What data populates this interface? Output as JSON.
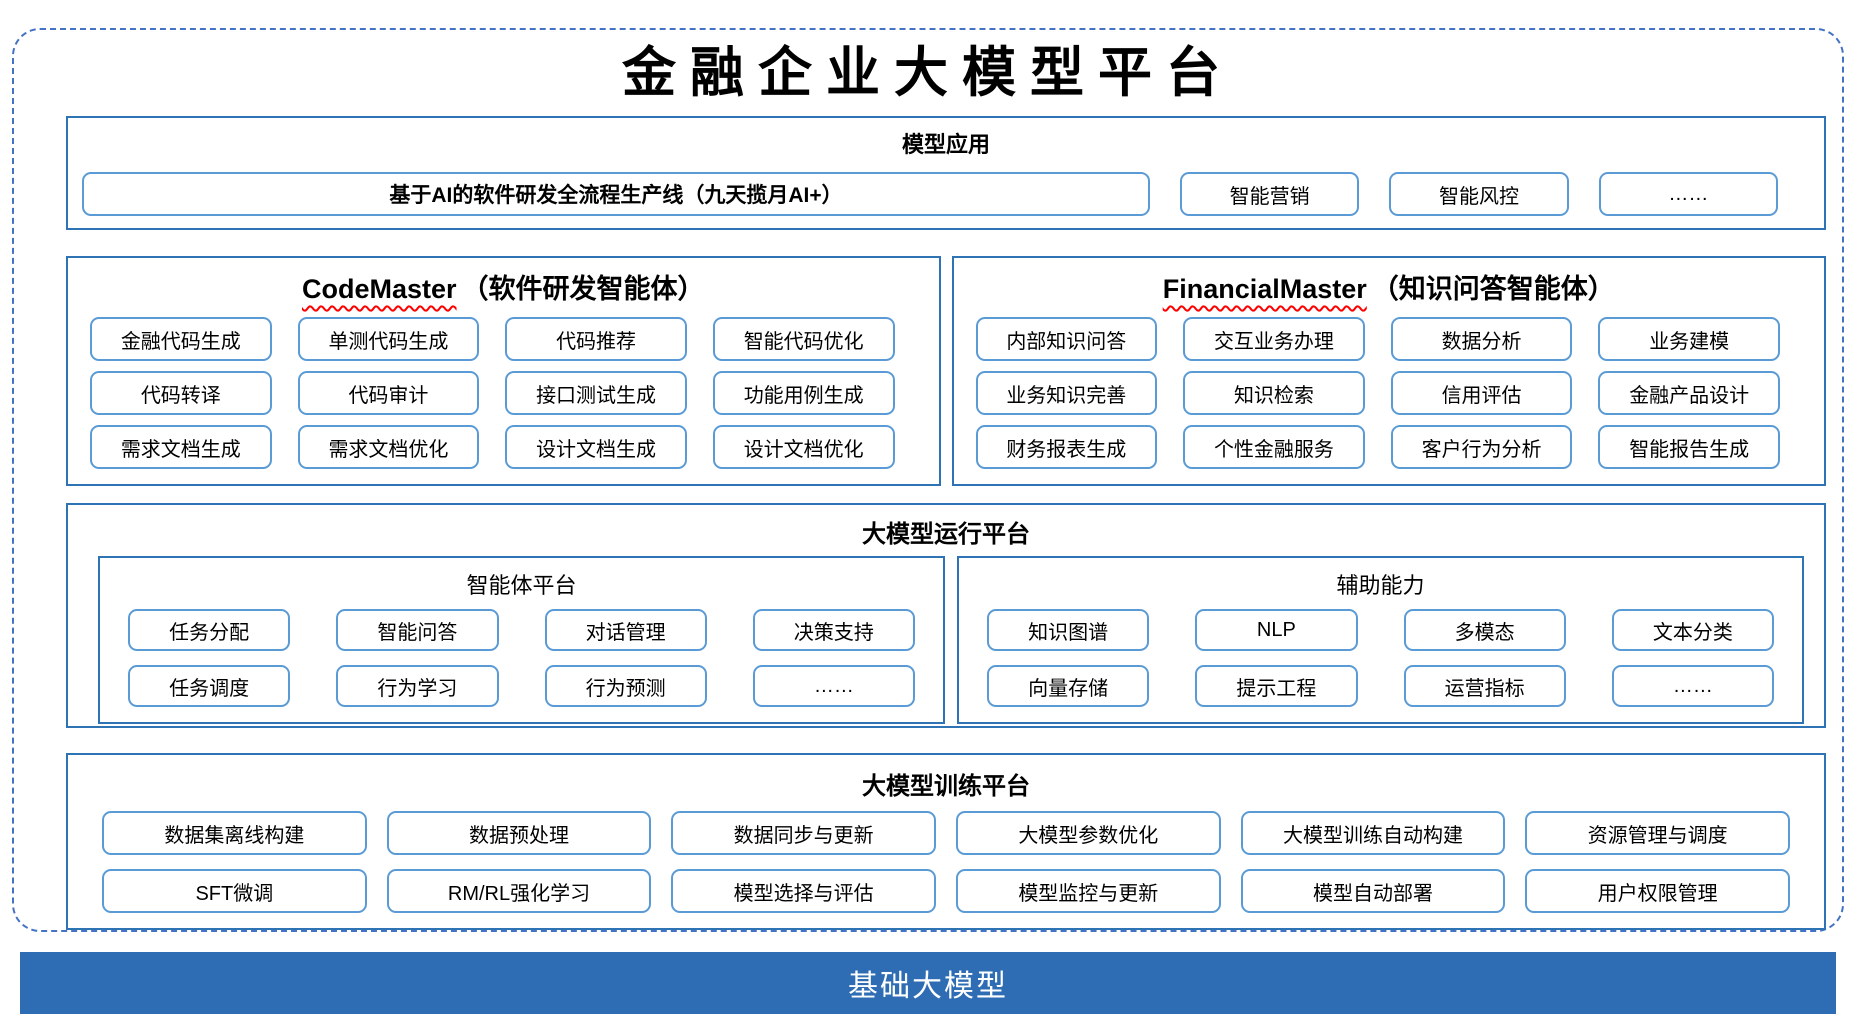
{
  "title": "金融企业大模型平台",
  "model_app": {
    "header": "模型应用",
    "pipeline_box": "基于AI的软件研发全流程生产线（九天揽月AI+）",
    "boxes": [
      "智能营销",
      "智能风控",
      "……"
    ]
  },
  "agents": [
    {
      "name_en": "CodeMaster",
      "name_zh": "（软件研发智能体）",
      "boxes": [
        "金融代码生成",
        "单测代码生成",
        "代码推荐",
        "智能代码优化",
        "代码转译",
        "代码审计",
        "接口测试生成",
        "功能用例生成",
        "需求文档生成",
        "需求文档优化",
        "设计文档生成",
        "设计文档优化"
      ]
    },
    {
      "name_en": "FinancialMaster",
      "name_zh": "（知识问答智能体）",
      "boxes": [
        "内部知识问答",
        "交互业务办理",
        "数据分析",
        "业务建模",
        "业务知识完善",
        "知识检索",
        "信用评估",
        "金融产品设计",
        "财务报表生成",
        "个性金融服务",
        "客户行为分析",
        "智能报告生成"
      ]
    }
  ],
  "runtime": {
    "header": "大模型运行平台",
    "groups": [
      {
        "header": "智能体平台",
        "boxes": [
          "任务分配",
          "智能问答",
          "对话管理",
          "决策支持",
          "任务调度",
          "行为学习",
          "行为预测",
          "……"
        ]
      },
      {
        "header": "辅助能力",
        "boxes": [
          "知识图谱",
          "NLP",
          "多模态",
          "文本分类",
          "向量存储",
          "提示工程",
          "运营指标",
          "……"
        ]
      }
    ]
  },
  "training": {
    "header": "大模型训练平台",
    "boxes": [
      "数据集离线构建",
      "数据预处理",
      "数据同步与更新",
      "大模型参数优化",
      "大模型训练自动构建",
      "资源管理与调度",
      "SFT微调",
      "RM/RL强化学习",
      "模型选择与评估",
      "模型监控与更新",
      "模型自动部署",
      "用户权限管理"
    ]
  },
  "foundation": "基础大模型",
  "colors": {
    "frame_dash": "#4472C4",
    "section_border": "#2E74B5",
    "box_border": "#5B9BD5",
    "squiggle": "#FF0000",
    "foundation_bg": "#2E6DB4",
    "foundation_text": "#FFFFFF"
  }
}
